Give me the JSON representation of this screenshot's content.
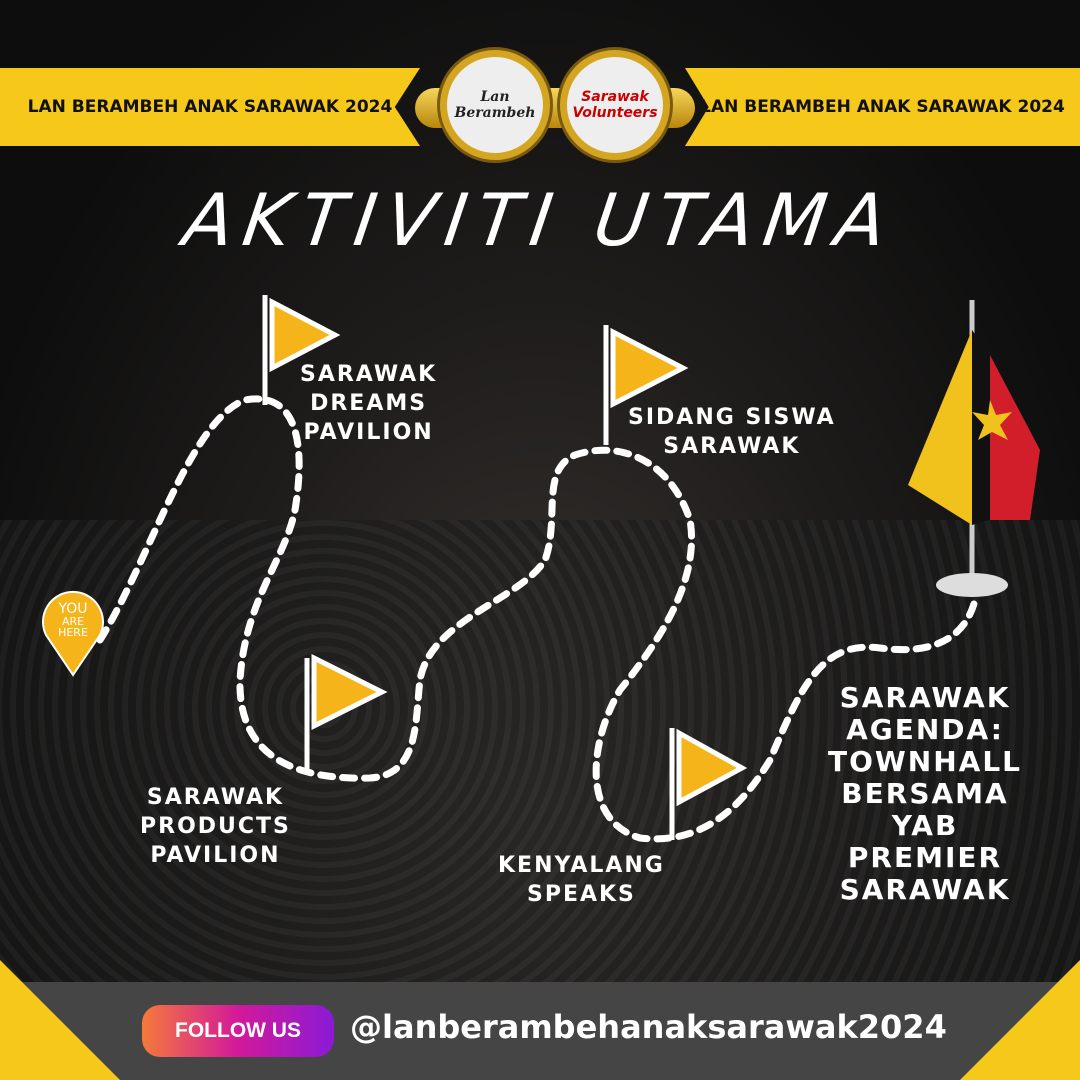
{
  "header": {
    "banner_left": "LAN BERAMBEH ANAK SARAWAK 2024",
    "banner_right": "LAN BERAMBEH ANAK SARAWAK 2024",
    "logo_left": "Lan Berambeh",
    "logo_right": "Sarawak Volunteers"
  },
  "title": "AKTIVITI UTAMA",
  "pin": {
    "line1": "YOU",
    "line2": "ARE",
    "line3": "HERE"
  },
  "activities": [
    {
      "label": "SARAWAK\nDREAMS\nPAVILION"
    },
    {
      "label": "SIDANG SISWA\nSARAWAK"
    },
    {
      "label": "SARAWAK\nPRODUCTS\nPAVILION"
    },
    {
      "label": "KENYALANG\nSPEAKS"
    },
    {
      "label": "SARAWAK\nAGENDA:\nTOWNHALL\nBERSAMA\nYAB\nPREMIER\nSARAWAK"
    }
  ],
  "footer": {
    "follow_label": "FOLLOW US",
    "handle": "@lanberambehanaksarawak2024"
  },
  "colors": {
    "accent": "#f5c81a",
    "flag_yellow": "#e8b417"
  }
}
